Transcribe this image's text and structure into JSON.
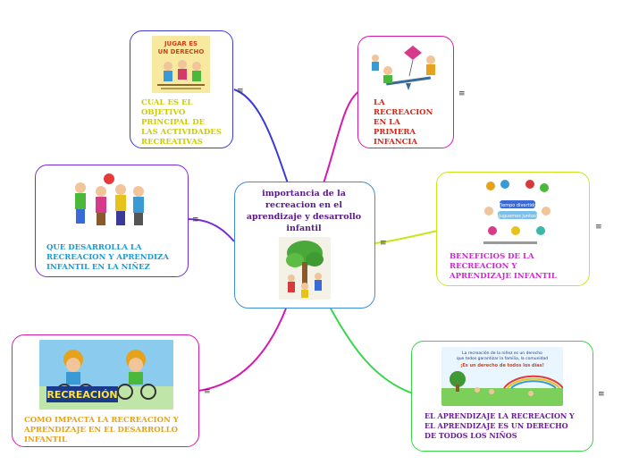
{
  "central": {
    "title": "importancia de la recreacion en el aprendizaje y desarrollo infantil",
    "color": "#5a1a8a",
    "border": "#3a8fd6"
  },
  "menu_glyph": "≡",
  "topics": [
    {
      "id": "objetivo",
      "label": "CUAL ES EL OBJETIVO PRINCIPAL DE LAS ACTIVIDADES RECREATIVAS",
      "color": "#cccc00",
      "border": "#3a3ad6",
      "image_text": "JUGAR ES UN DERECHO"
    },
    {
      "id": "primera-infancia",
      "label": "LA RECREACION EN LA PRIMERA INFANCIA",
      "color": "#cc2a1a",
      "border": "#d61ab0"
    },
    {
      "id": "desarrolla",
      "label": "QUE DESARROLLA LA RECREACION Y APRENDIZA INFANTIL EN LA NIÑEZ",
      "color": "#1a9ad6",
      "border": "#7a2ad6"
    },
    {
      "id": "beneficios",
      "label": "BENEFICIOS DE LA RECREACION Y APRENDIZAJE INFANTIL",
      "color": "#cc2acc",
      "border": "#c8e61a",
      "image_text": "¡Tiempo divertido! • ¡Juguemos juntos!"
    },
    {
      "id": "impacta",
      "label": "COMO IMPACTA LA RECREACION Y APRENDIZAJE EN EL DESARROLLO INFANTIL",
      "color": "#e6a21a",
      "border": "#d61ab0",
      "image_text": "RECREACIÓN"
    },
    {
      "id": "derecho",
      "label": "EL APRENDIZAJE LA RECREACION Y EL APRENDIZAJE ES UN DERECHO DE TODOS LOS NIÑOS",
      "color": "#6a1a9a",
      "border": "#3ad64a",
      "image_text": "La recreación de la niñez es un derecho que todos garantizar la familia, la comunidad y el estado. ¡Es un derecho de todos los días!"
    }
  ]
}
